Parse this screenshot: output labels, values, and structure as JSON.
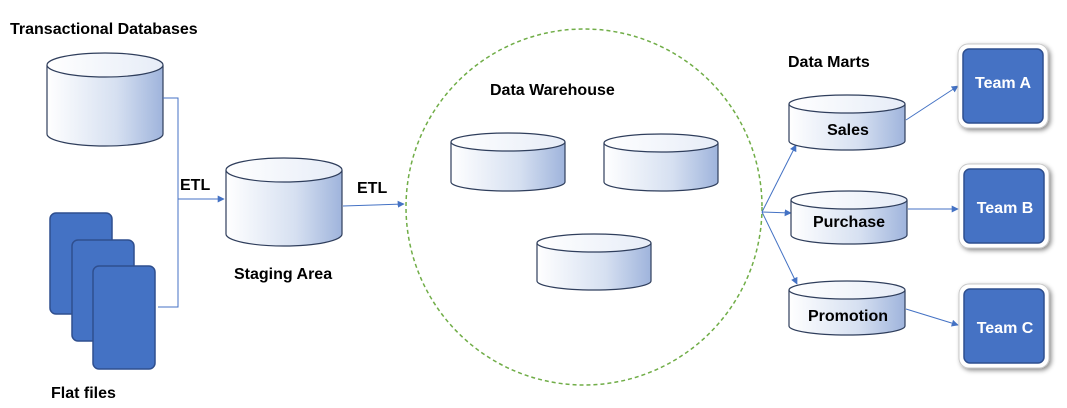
{
  "labels": {
    "transactional_databases": "Transactional Databases",
    "flat_files": "Flat files",
    "etl_left": "ETL",
    "staging_area": "Staging Area",
    "etl_right": "ETL",
    "data_warehouse": "Data Warehouse",
    "data_marts": "Data Marts"
  },
  "marts": [
    "Sales",
    "Purchase",
    "Promotion"
  ],
  "teams": [
    "Team A",
    "Team B",
    "Team C"
  ],
  "colors": {
    "arrow": "#4472c4",
    "team_fill": "#4472c4",
    "flatfile_fill": "#4472c4",
    "cylinder_stroke": "#2f3e5c",
    "warehouse_dash": "#70ad47"
  }
}
